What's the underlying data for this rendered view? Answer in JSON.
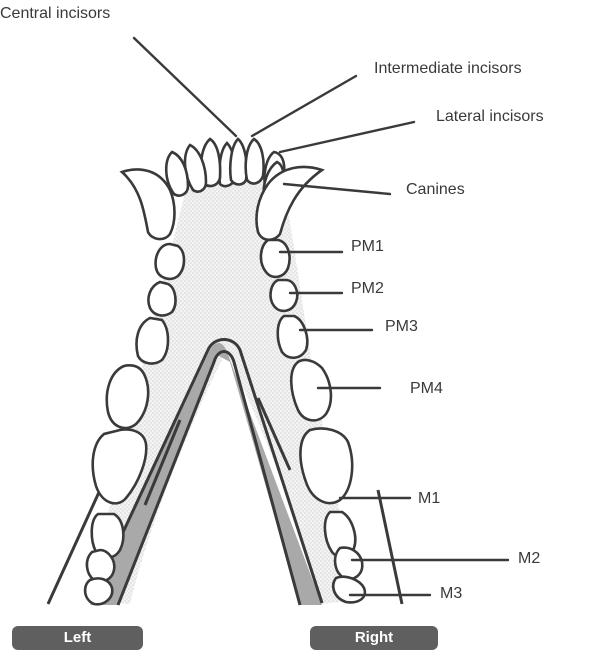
{
  "labels": {
    "central_incisors": "Central incisors",
    "intermediate_incisors": "Intermediate incisors",
    "lateral_incisors": "Lateral incisors",
    "canines": "Canines",
    "pm1": "PM1",
    "pm2": "PM2",
    "pm3": "PM3",
    "pm4": "PM4",
    "m1": "M1",
    "m2": "M2",
    "m3": "M3"
  },
  "sides": {
    "left": "Left",
    "right": "Right"
  },
  "colors": {
    "outline": "#3a3a3a",
    "bone": "#a9a9a9",
    "palate": "#ececec",
    "badge": "#5f5f5f"
  }
}
